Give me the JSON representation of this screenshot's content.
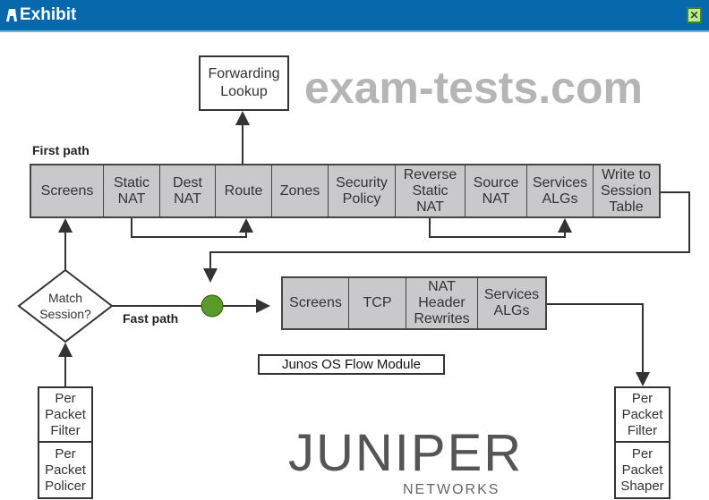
{
  "window": {
    "title": "Exhibit",
    "close_icon": "close-icon"
  },
  "diagram": {
    "forwarding_lookup": "Forwarding\nLookup",
    "first_path_label": "First path",
    "first_path_steps": [
      "Screens",
      "Static\nNAT",
      "Dest\nNAT",
      "Route",
      "Zones",
      "Security\nPolicy",
      "Reverse\nStatic\nNAT",
      "Source\nNAT",
      "Services\nALGs",
      "Write to\nSession\nTable"
    ],
    "decision": "Match\nSession?",
    "fast_path_label": "Fast path",
    "fast_path_steps": [
      "Screens",
      "TCP",
      "NAT\nHeader\nRewrites",
      "Services\nALGs"
    ],
    "module_label": "Junos OS Flow Module",
    "ingress": [
      "Per\nPacket\nFilter",
      "Per\nPacket\nPolicer"
    ],
    "egress": [
      "Per\nPacket\nFilter",
      "Per\nPacket\nShaper"
    ],
    "logo": {
      "name": "JUNIPER",
      "sub": "NETWORKS"
    },
    "watermark": "exam-tests.com"
  },
  "colors": {
    "titlebar": "#0769ab",
    "cell": "#c9c9cb",
    "fastpath_dot": "#5a9a2a"
  }
}
